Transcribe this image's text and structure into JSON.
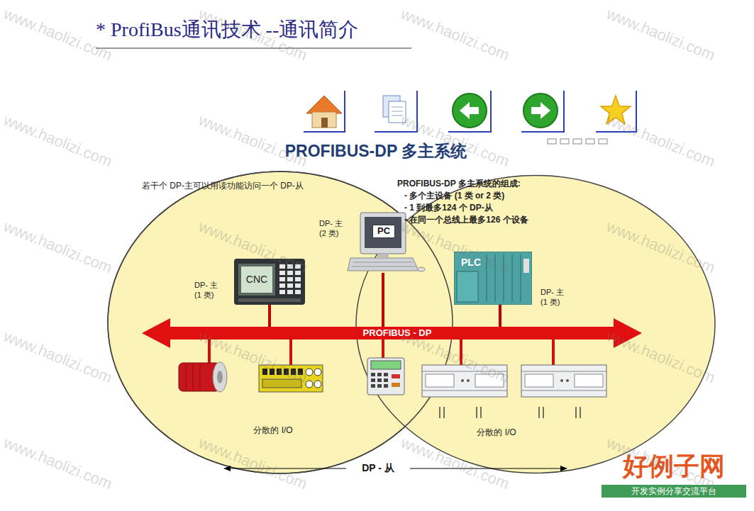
{
  "diagram": {
    "title": "* ProfiBus通讯技术 --通讯简介",
    "nodes": [
      {
        "text": [
          "分散的 I/O"
        ]
      },
      {
        "text": [
          "CNC",
          "DP- 主 (1 类)"
        ],
        "in": 0
      },
      {
        "text": [
          "PC",
          "DP- 主 (2 类)"
        ]
      },
      {
        "text": [
          "分散的 I/O"
        ]
      },
      {
        "text": [
          "PLC",
          "DP- 主 (1 类)"
        ],
        "in": 3
      },
      {
        "text": [
          "PROFIBUS - DP"
        ]
      }
    ],
    "edges": [
      {
        "from": 1,
        "to": 5,
        "arrow": "none"
      },
      {
        "from": 2,
        "to": 5,
        "arrow": "none"
      },
      {
        "from": 4,
        "to": 5,
        "arrow": "none"
      }
    ],
    "labels": [
      "PROFIBUS-DP 多主系统",
      "若干个 DP-主可以用读功能访问一个 DP-从",
      "PROFIBUS-DP 多主系统的组成:",
      "- 多个主设备 (1 类 or 2 类)",
      "- 1 到最多124 个 DP-从",
      "- 在同一个总线上最多126 个设备",
      "DP - 从",
      "好例子网",
      "开发实例分享交流平台",
      "www.haolizi.com",
      "www.haolizi.com",
      "www.haolizi.com",
      "www.haolizi.com",
      "www.haolizi.com",
      "www.haolizi.com",
      "www.haolizi.com",
      "www.haolizi.com",
      "www.haolizi.com",
      "www.haolizi.com",
      "www.haolizi.com",
      "www.haolizi.com",
      "www.haolizi.com",
      "www.haolizi.com",
      "www.haolizi.com",
      "www.haolizi.com",
      "www.haolizi.com",
      "www.haolizi.com",
      "www.haolizi.com",
      "www.haolizi.com"
    ]
  }
}
